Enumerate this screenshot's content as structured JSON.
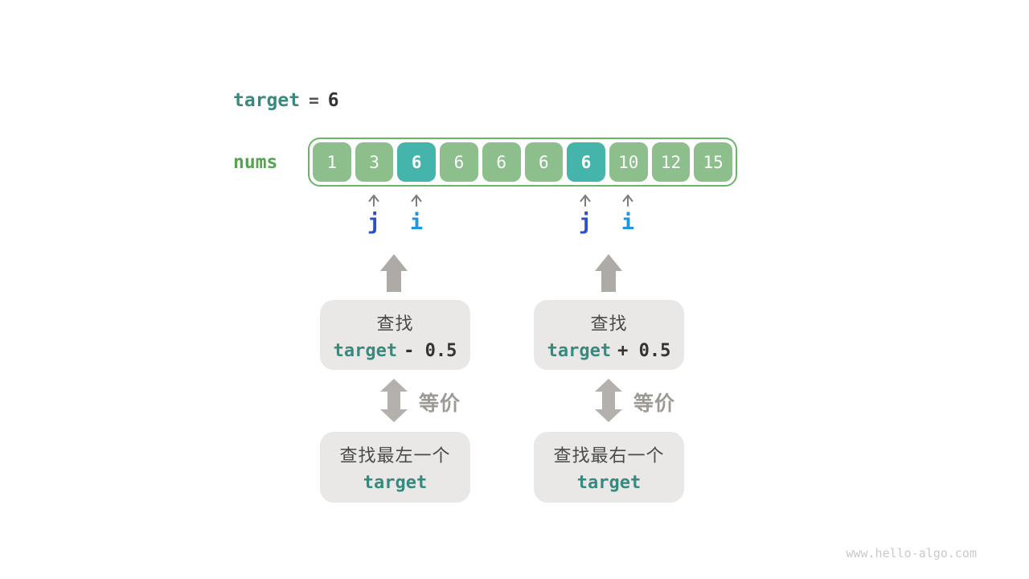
{
  "colors": {
    "keyword_teal": "#368a7e",
    "nums_label_green": "#58a352",
    "cell_green": "#8cbf8c",
    "cell_highlight_teal": "#45b4aa",
    "array_border_green": "#68b768",
    "pointer_j_blue": "#2b50cc",
    "pointer_i_blue": "#2196e0",
    "arrow_gray": "#aeaaa6",
    "equiv_label_gray": "#9d9995",
    "box_gray": "#e9e8e7",
    "dark_text": "#333333"
  },
  "target_line": {
    "keyword": "target",
    "operator": "=",
    "value": "6"
  },
  "nums": {
    "label": "nums",
    "cells": [
      {
        "value": "1",
        "highlight": false
      },
      {
        "value": "3",
        "highlight": false
      },
      {
        "value": "6",
        "highlight": true
      },
      {
        "value": "6",
        "highlight": false
      },
      {
        "value": "6",
        "highlight": false
      },
      {
        "value": "6",
        "highlight": false
      },
      {
        "value": "6",
        "highlight": true
      },
      {
        "value": "10",
        "highlight": false
      },
      {
        "value": "12",
        "highlight": false
      },
      {
        "value": "15",
        "highlight": false
      }
    ]
  },
  "pointers": {
    "left_j": "j",
    "left_i": "i",
    "right_j": "j",
    "right_i": "i"
  },
  "columns": {
    "left": {
      "search_label": "查找",
      "expr_keyword": "target",
      "expr_op": "- 0.5",
      "equiv_label": "等价",
      "result_label": "查找最左一个",
      "result_keyword": "target"
    },
    "right": {
      "search_label": "查找",
      "expr_keyword": "target",
      "expr_op": "+ 0.5",
      "equiv_label": "等价",
      "result_label": "查找最右一个",
      "result_keyword": "target"
    }
  },
  "watermark": "www.hello-algo.com"
}
